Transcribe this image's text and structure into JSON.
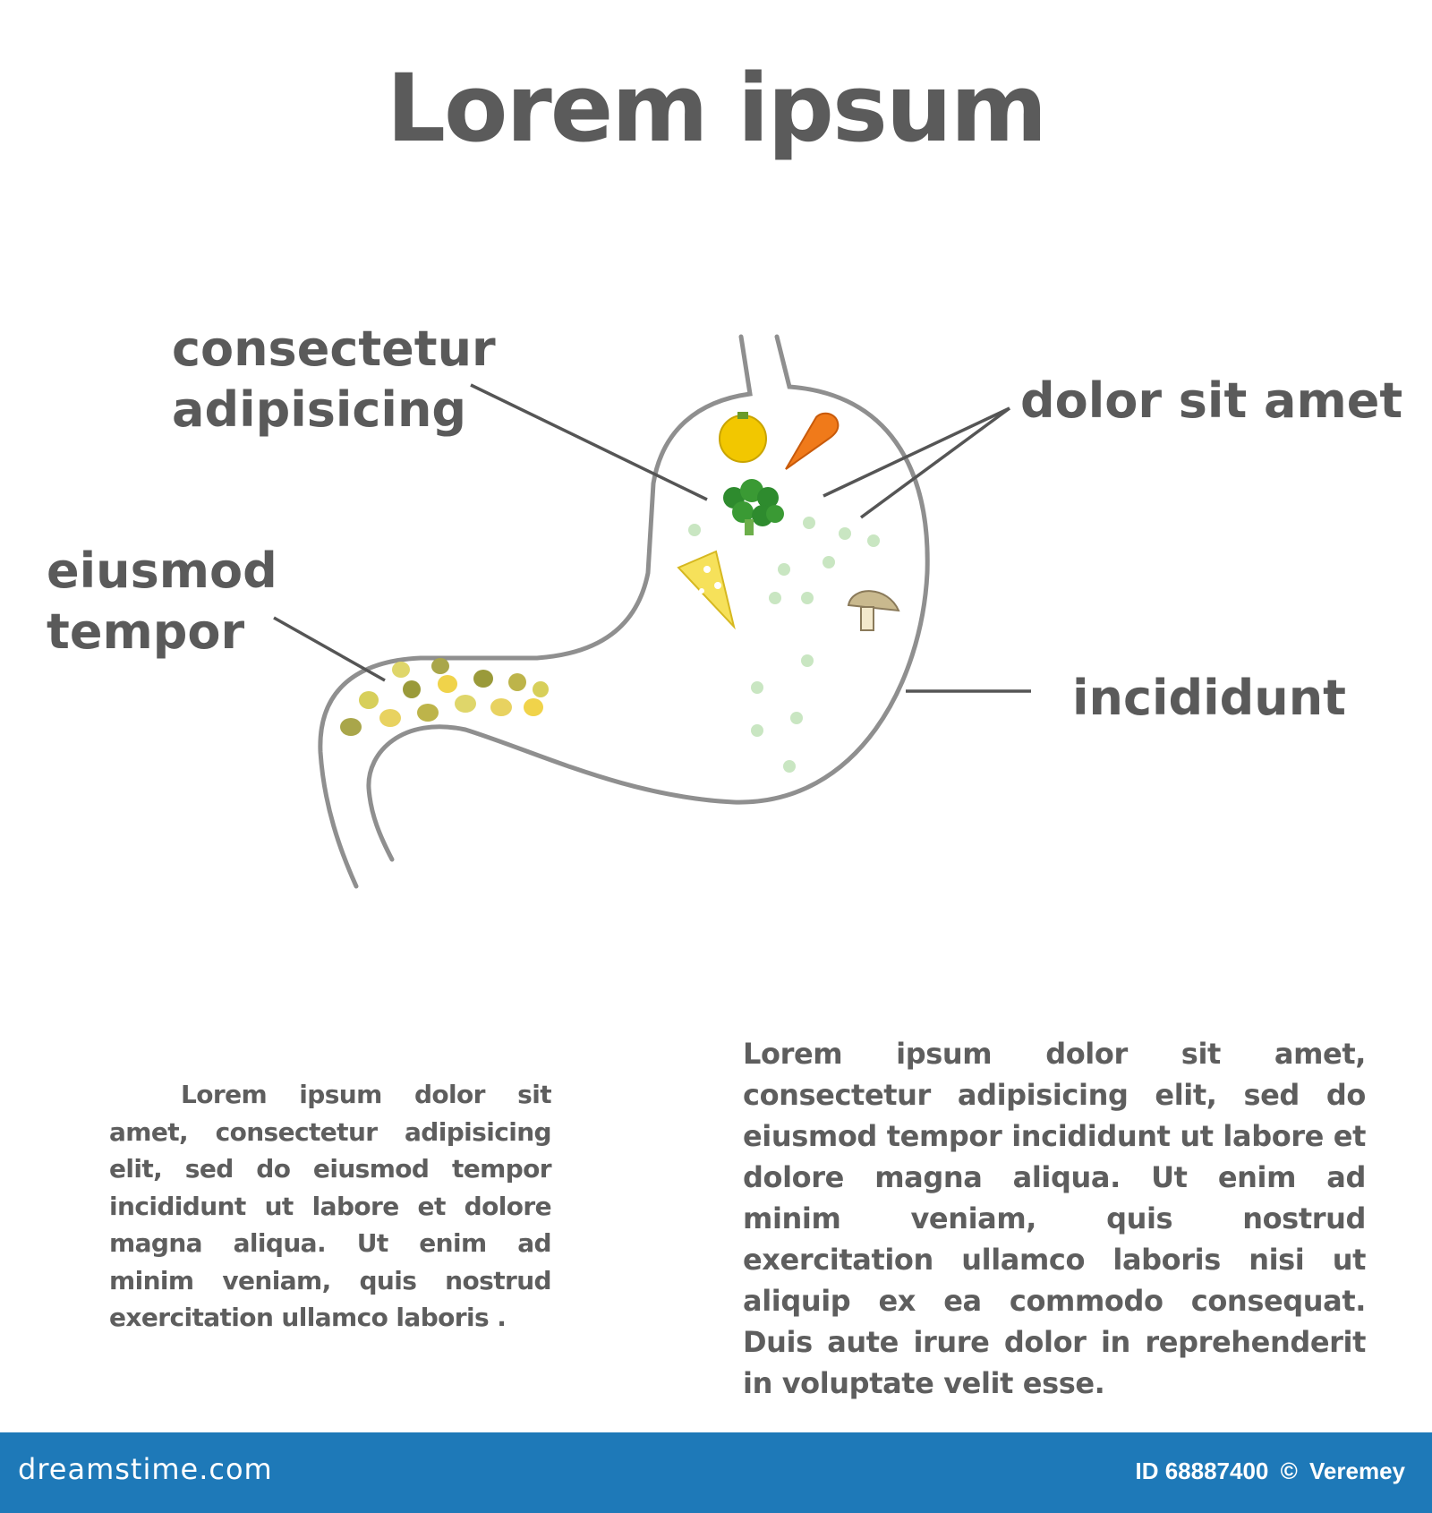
{
  "title": "Lorem ipsum",
  "labels": {
    "consectetur": [
      "consectetur",
      "adipisicing"
    ],
    "eiusmod": [
      "eiusmod",
      "tempor"
    ],
    "dolor": "dolor sit amet",
    "incididunt": "incididunt"
  },
  "paragraphs": {
    "left": "Lorem ipsum dolor sit amet, consectetur adipisicing elit, sed do eiusmod tempor incididunt ut labore et dolore magna aliqua. Ut enim ad minim veniam, quis nostrud exercitation ullamco laboris .",
    "right": "Lorem ipsum dolor sit amet, consectetur adipisicing elit, sed do eiusmod tempor incididunt ut labore et dolore magna aliqua. Ut enim ad minim veniam, quis nostrud exercitation ullamco laboris nisi ut aliquip ex ea commodo consequat. Duis aute irure dolor in reprehenderit in voluptate velit esse."
  },
  "footer": {
    "logo": "dreamstime.com",
    "id_text": "ID 68887400",
    "copyright": "©",
    "author": "Veremey"
  },
  "colors": {
    "outline": "#8f8f8f",
    "pointer": "#555555",
    "footer_bg": "#1e79b8",
    "pepper": "#f2c700",
    "carrot": "#f07a1a",
    "broccoli": "#2e8b2e",
    "cheese": "#f6e15a",
    "mushroom": "#c9b98e",
    "bubble": "#c9e6c2"
  }
}
